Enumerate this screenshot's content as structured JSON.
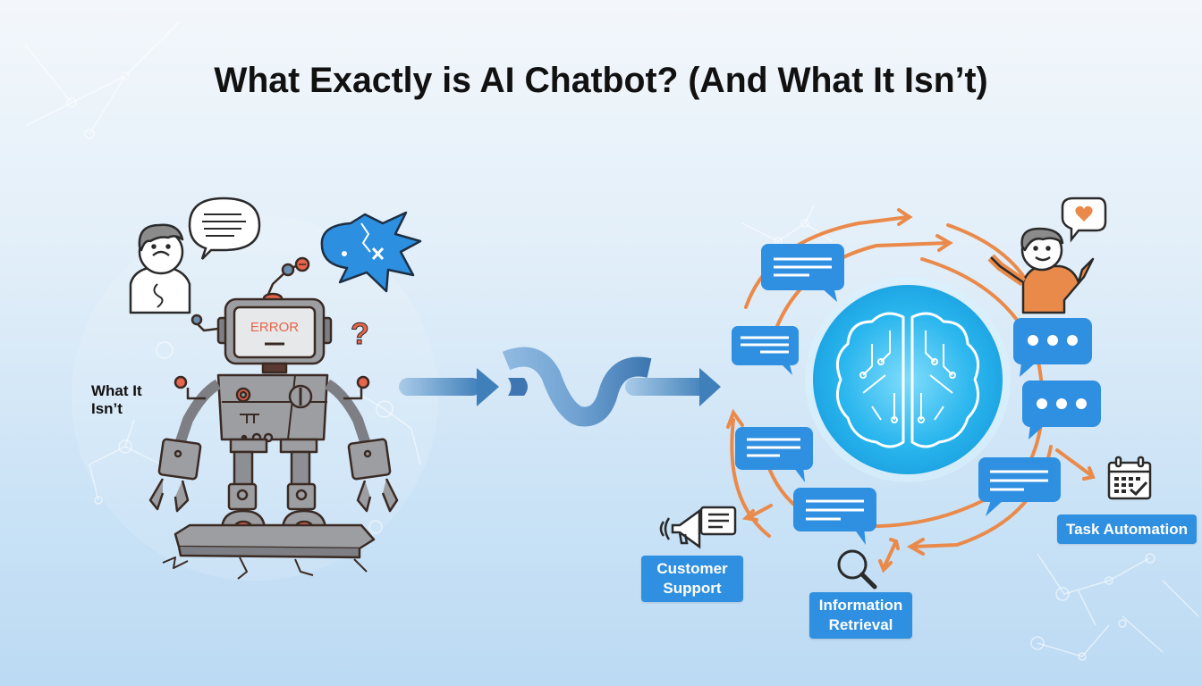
{
  "title": "What Exactly is AI Chatbot? (And What It Isn’t)",
  "left_section": {
    "label": "What It Isn’t",
    "robot_screen_text": "ERROR",
    "icons": [
      "sad-user-icon",
      "speech-bubble-icon",
      "broken-speech-bubble-icon",
      "question-mark-icon",
      "broken-robot-icon"
    ]
  },
  "transition": {
    "icons": [
      "arrow-right-icon",
      "wave-flow-icon",
      "arrow-right-icon"
    ]
  },
  "right_section": {
    "center_icon": "circuit-brain-icon",
    "chat_bubbles": 7,
    "user_icon": "happy-user-icon",
    "heart_bubble_icon": "heart-speech-bubble-icon",
    "use_cases": [
      {
        "label": "Customer Support",
        "icon": "megaphone-icon"
      },
      {
        "label": "Information Retrieval",
        "icon": "magnifier-icon"
      },
      {
        "label": "Task Automation",
        "icon": "calendar-check-icon"
      }
    ]
  },
  "colors": {
    "accent_blue": "#2f8fe0",
    "accent_orange": "#ea8a4a",
    "brain_cyan": "#2ab6ee",
    "robot_gray": "#9c9ea2",
    "error_red": "#e8644a",
    "title": "#111111"
  }
}
